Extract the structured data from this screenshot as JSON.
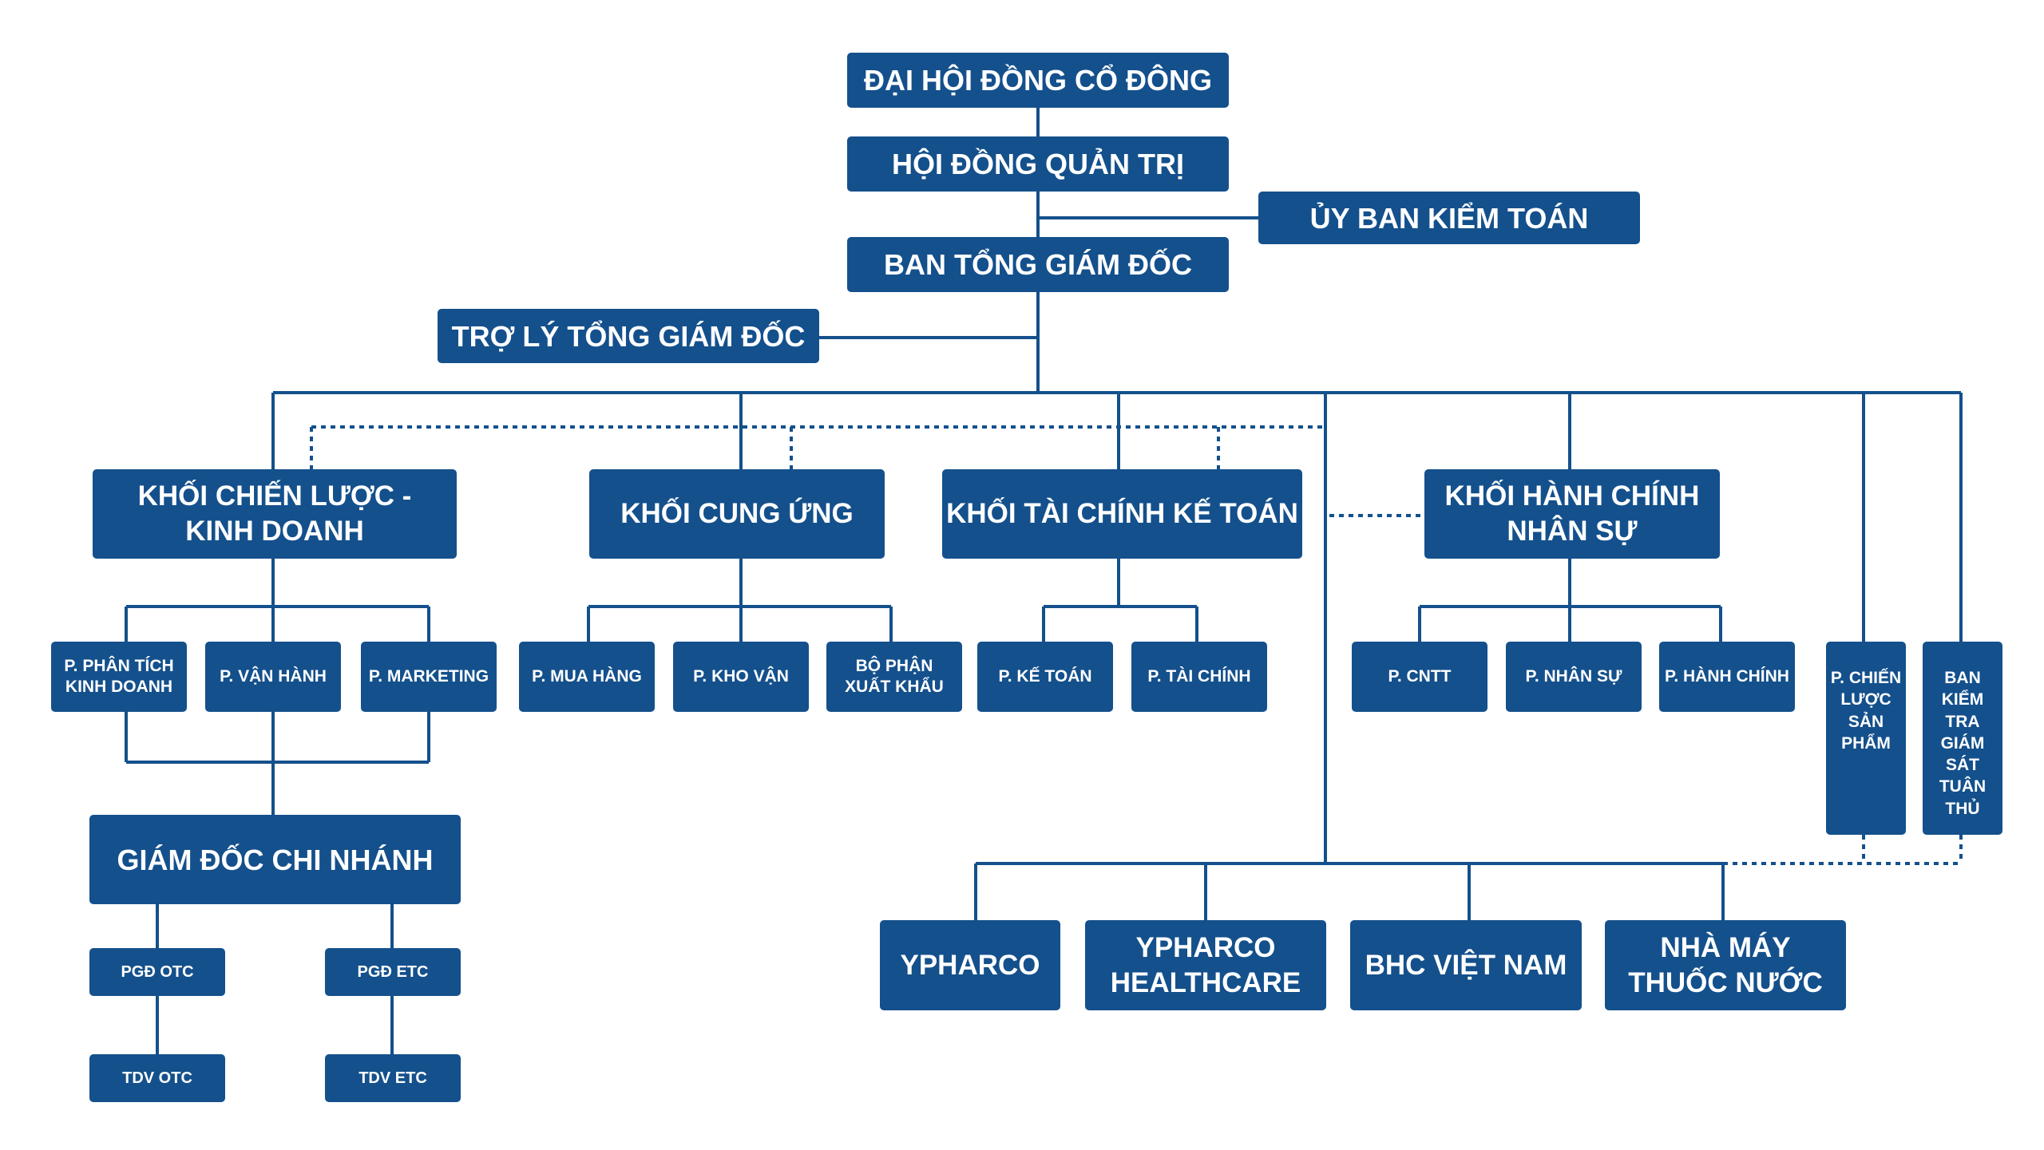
{
  "colors": {
    "node_fill": "#14508c",
    "line": "#14508c",
    "text": "#ffffff"
  },
  "nodes": {
    "dhdcd": "ĐẠI HỘI ĐỒNG CỔ ĐÔNG",
    "hdqt": "HỘI ĐỒNG QUẢN TRỊ",
    "ubkt": "ỦY BAN KIỂM TOÁN",
    "btgd": "BAN TỔNG GIÁM ĐỐC",
    "tltgd": "TRỢ LÝ TỔNG GIÁM ĐỐC",
    "kcl": "KHỐI CHIẾN LƯỢC -\nKINH DOANH",
    "kcu": "KHỐI CUNG ỨNG",
    "ktc": "KHỐI TÀI CHÍNH KẾ TOÁN",
    "khc": "KHỐI HÀNH CHÍNH\nNHÂN SỰ",
    "ptkd": "P. PHÂN TÍCH\nKINH DOANH",
    "pvh": "P. VẬN HÀNH",
    "pmkt": "P. MARKETING",
    "pmh": "P. MUA HÀNG",
    "pkv": "P. KHO VẬN",
    "bpxk": "BỘ PHẬN\nXUẤT KHẨU",
    "pkt": "P. KẾ TOÁN",
    "ptc": "P. TÀI CHÍNH",
    "pcntt": "P. CNTT",
    "pns": "P. NHÂN SỰ",
    "phc": "P. HÀNH CHÍNH",
    "pclsp": "P. CHIẾN\nLƯỢC\nSẢN\nPHẨM",
    "bkt": "BAN\nKIỂM\nTRA\nGIÁM\nSÁT\nTUÂN\nTHỦ",
    "gdcn": "GIÁM ĐỐC CHI NHÁNH",
    "pgdotc": "PGĐ OTC",
    "pgdetc": "PGĐ ETC",
    "tdvotc": "TDV OTC",
    "tdvetc": "TDV ETC",
    "ypharco": "YPHARCO",
    "yhealth": "YPHARCO\nHEALTHCARE",
    "bhc": "BHC VIỆT NAM",
    "nmtn": "NHÀ MÁY\nTHUỐC NƯỚC"
  }
}
